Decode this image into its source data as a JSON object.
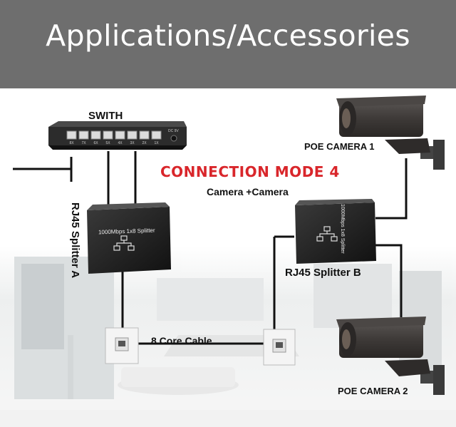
{
  "header": {
    "title": "Applications/Accessories"
  },
  "diagram": {
    "switch_label": "SWITH",
    "mode_title": "CONNECTION MODE 4",
    "mode_subtitle": "Camera +Camera",
    "camera1_label": "POE CAMERA 1",
    "camera2_label": "POE CAMERA 2",
    "splitter_a_label": "RJ45 Splitter A",
    "splitter_b_label": "RJ45 Splitter B",
    "cable_label": "8 Core Cable",
    "splitter_device_text": "1000Mbps 1x8 Splitter",
    "switch_port_labels": [
      "8X",
      "7X",
      "6X",
      "5X",
      "4X",
      "3X",
      "2X",
      "1X"
    ],
    "switch_dc_label": "DC 9V"
  },
  "colors": {
    "banner": "#6e6e6e",
    "mode_title": "#d9262b",
    "device": "#1b1b1b",
    "wire": "#111111"
  }
}
